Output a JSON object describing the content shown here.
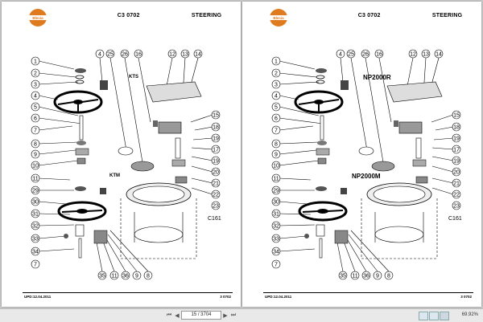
{
  "brand": {
    "logo_text": "Blecia"
  },
  "pages": [
    {
      "title_code": "C3 0702",
      "title_name": "STEERING",
      "model_label_1": "KTS",
      "model_label_2": "KTM",
      "footer_left": "UPD:12.04.2011",
      "footer_right": "3 0702",
      "c_label": "C161"
    },
    {
      "title_code": "C3 0702",
      "title_name": "STEERING",
      "model_label_1": "NP2000R",
      "model_label_2": "NP2000M",
      "footer_left": "UPD:12.04.2011",
      "footer_right": "3 0702",
      "c_label": "C161"
    }
  ],
  "callouts_left": [
    "1",
    "2",
    "3",
    "4",
    "5",
    "6",
    "7",
    "8",
    "9",
    "10",
    "11",
    "29",
    "30",
    "31",
    "32",
    "33",
    "34",
    "7"
  ],
  "callouts_top": [
    "4",
    "25",
    "26",
    "16",
    "12",
    "13",
    "14"
  ],
  "callouts_right": [
    "15",
    "18",
    "19",
    "17",
    "19",
    "20",
    "21",
    "22",
    "23"
  ],
  "callouts_bottom": [
    "35",
    "11",
    "36",
    "9",
    "8"
  ],
  "statusbar": {
    "page_display": "15 / 3704",
    "zoom": "69.92%"
  },
  "colors": {
    "logo_orange": "#e07a1f",
    "page_bg": "#ffffff",
    "viewer_bg": "#c8c8c8"
  }
}
